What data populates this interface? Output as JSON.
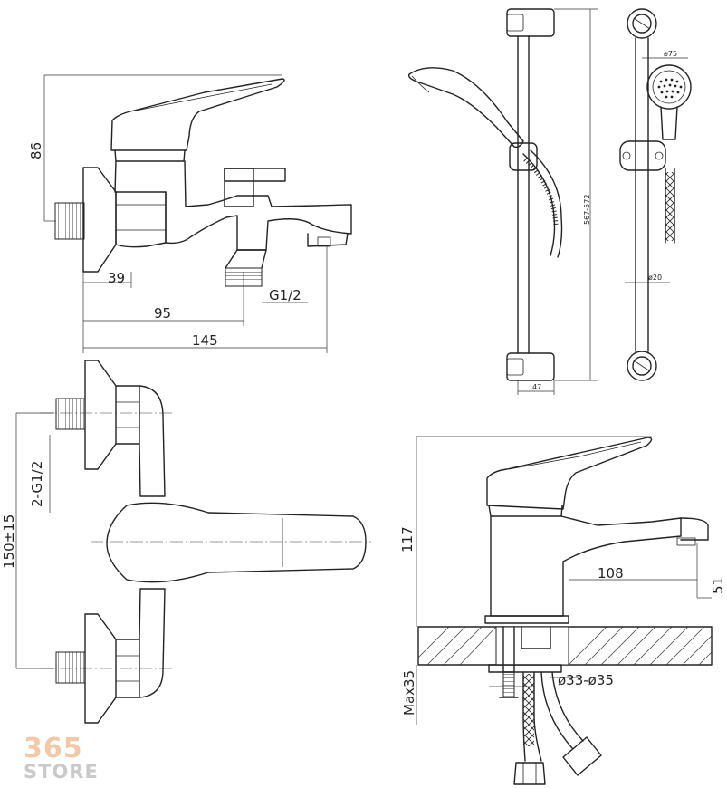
{
  "dimensions": {
    "bath_height": "86",
    "bath_inlet": "39",
    "bath_thread": "G1/2",
    "bath_reach": "95",
    "bath_length": "145",
    "front_thread": "2-G1/2",
    "front_spacing": "150±15",
    "rail_length": "567-572",
    "rail_depth": "47",
    "head_diameter": "ø75",
    "rail_diameter": "ø20",
    "basin_height": "117",
    "basin_reach": "108",
    "basin_spout": "51",
    "basin_max": "Max35",
    "basin_hole": "ø33-ø35"
  },
  "logo": {
    "number": "365",
    "word": "STORE"
  }
}
